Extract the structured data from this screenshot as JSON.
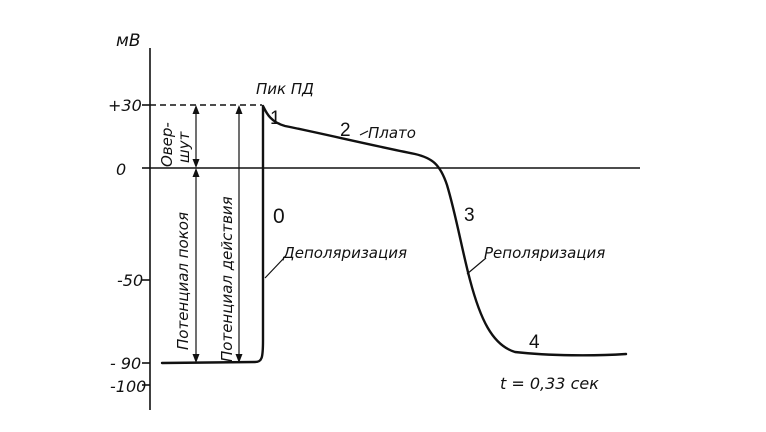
{
  "axis": {
    "unit": "мВ",
    "ticks": [
      {
        "value": 30,
        "label": "+30"
      },
      {
        "value": 0,
        "label": "0"
      },
      {
        "value": -50,
        "label": "-50"
      },
      {
        "value": -90,
        "label": "- 90"
      },
      {
        "value": -100,
        "label": "-100"
      }
    ]
  },
  "labels": {
    "peak": "Пик ПД",
    "phase1": "1",
    "phase2": "2",
    "plateau": "Плато",
    "phase0": "0",
    "depolarization": "Деполяризация",
    "phase3": "3",
    "repolarization": "Реполяризация",
    "phase4": "4",
    "overshoot_line1": "Овер-",
    "overshoot_line2": "шут",
    "resting_potential": "Потенциал покоя",
    "action_potential": "Потенциал действия",
    "duration": "t = 0,33 сек"
  }
}
